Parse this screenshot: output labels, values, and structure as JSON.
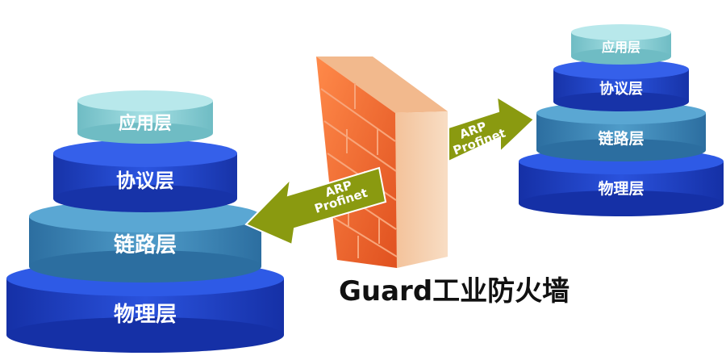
{
  "left_stack": {
    "layers": [
      "应用层",
      "协议层",
      "链路层",
      "物理层"
    ]
  },
  "right_stack": {
    "layers": [
      "应用层",
      "协议层",
      "链路层",
      "物理层"
    ]
  },
  "left_arrow": {
    "line1": "ARP",
    "line2": "Profinet"
  },
  "right_arrow": {
    "line1": "ARP",
    "line2": "Profinet"
  },
  "firewall": {
    "caption": "Guard工业防火墙"
  },
  "colors": {
    "application_layer": "#8fd3d8",
    "protocol_layer": "#1f44c9",
    "link_layer": "#3a86b8",
    "physical_layer": "#1d3ec2",
    "arrow": "#8a9a10",
    "wall": "#f06a33"
  }
}
